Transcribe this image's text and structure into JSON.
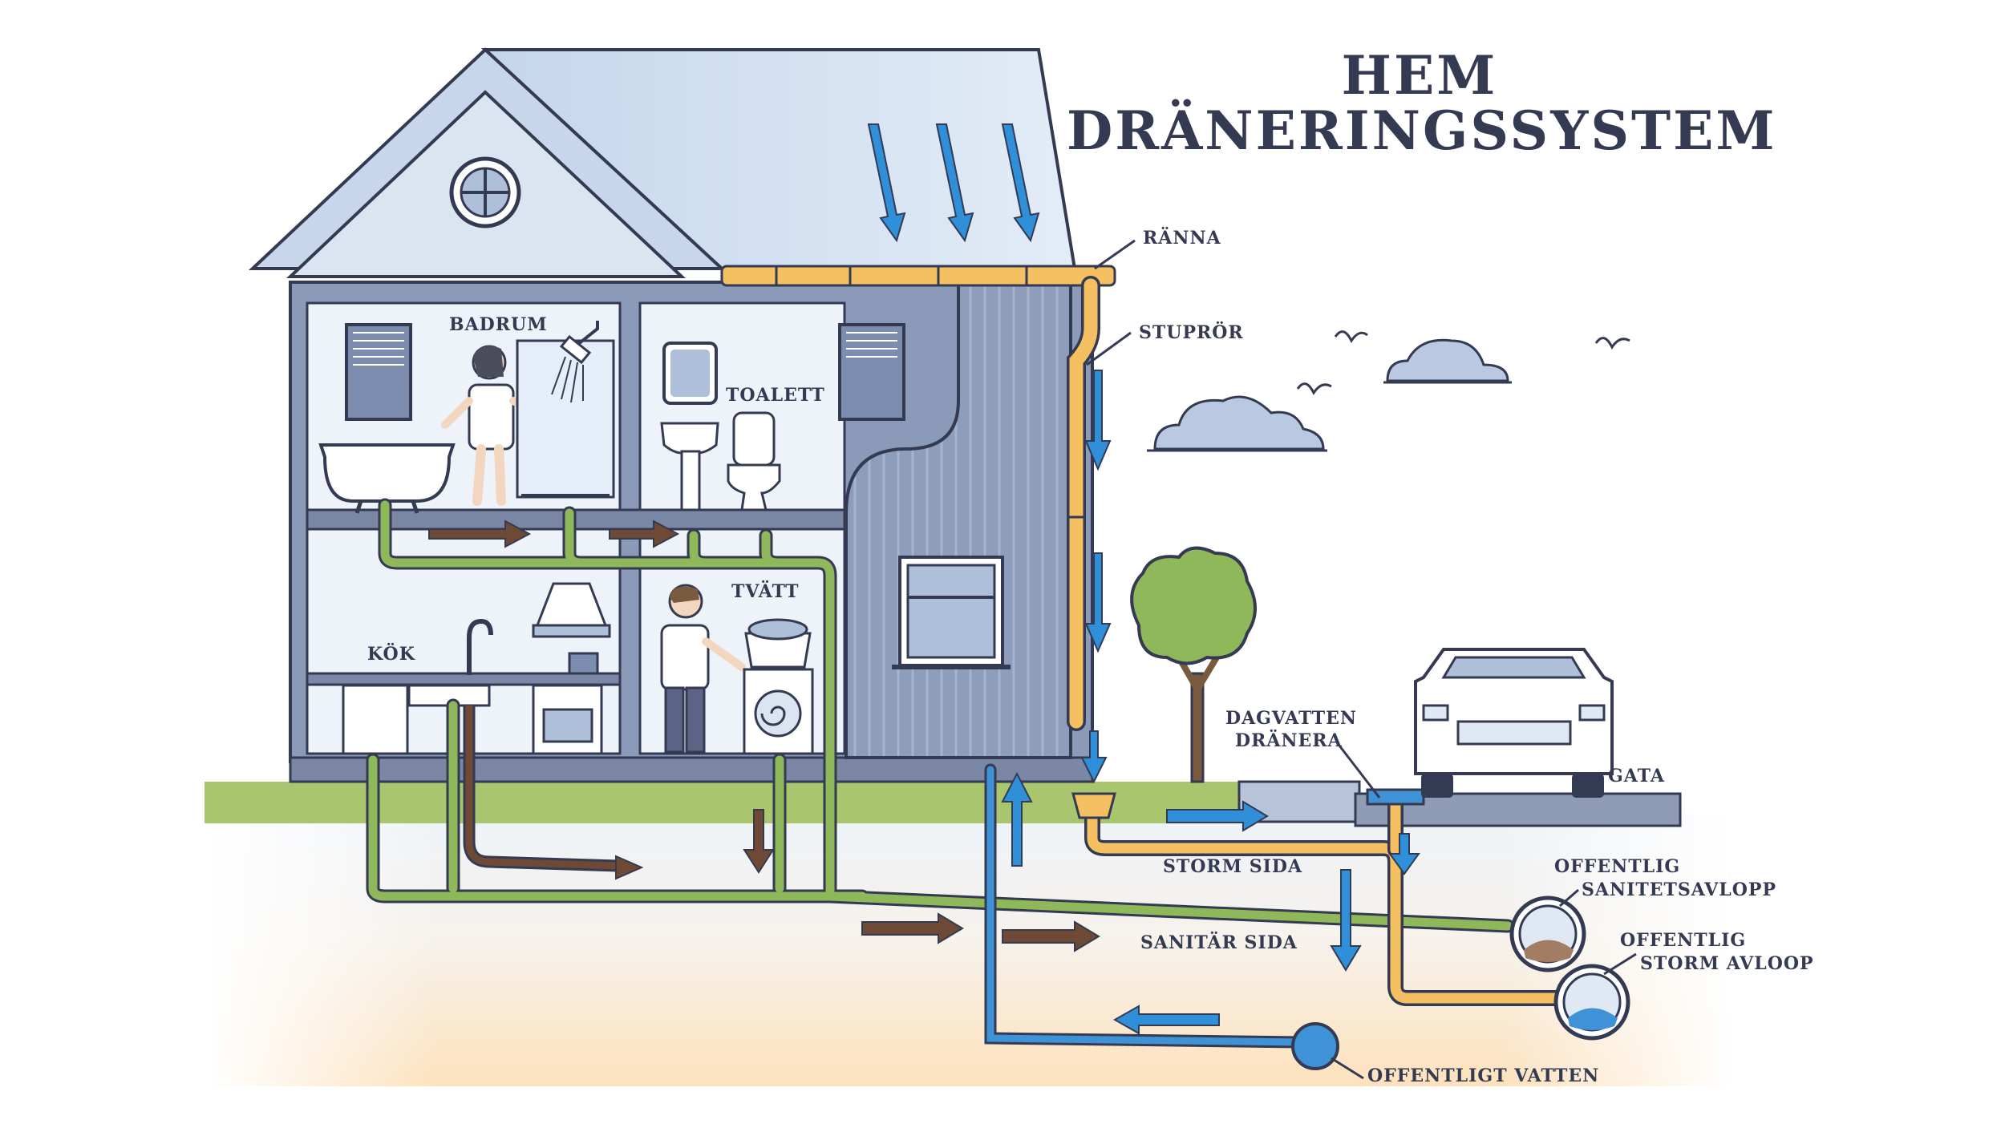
{
  "title": {
    "line1": "HEM",
    "line2": "DRÄNERINGSSYSTEM"
  },
  "labels": {
    "gutter": "RÄNNA",
    "downpipe": "STUPRÖR",
    "bathroom": "BADRUM",
    "toilet": "TOALETT",
    "laundry": "TVÄTT",
    "kitchen": "KÖK",
    "storm_drain_1": "DAGVATTEN",
    "storm_drain_2": "DRÄNERA",
    "street": "GATA",
    "storm_side": "STORM SIDA",
    "sanitary_side": "SANITÄR SIDA",
    "public_sanitary_1": "OFFENTLIG",
    "public_sanitary_2": "SANITETSAVLOPP",
    "public_storm_1": "OFFENTLIG",
    "public_storm_2": "STORM AVLOOP",
    "public_water": "OFFENTLIGT VATTEN"
  },
  "colors": {
    "outline": "#343a52",
    "wall": "#8a9ab8",
    "wall_light": "#dfe7f2",
    "roof": "#c9d9ec",
    "grass": "#a9c66e",
    "sanitary_pipe": "#8fb85a",
    "storm_pipe": "#f5c062",
    "water_pipe": "#3f92d6",
    "waste_arrow": "#6e4a36",
    "rain_arrow": "#2f8fd8",
    "soil": "#fde4c2"
  }
}
